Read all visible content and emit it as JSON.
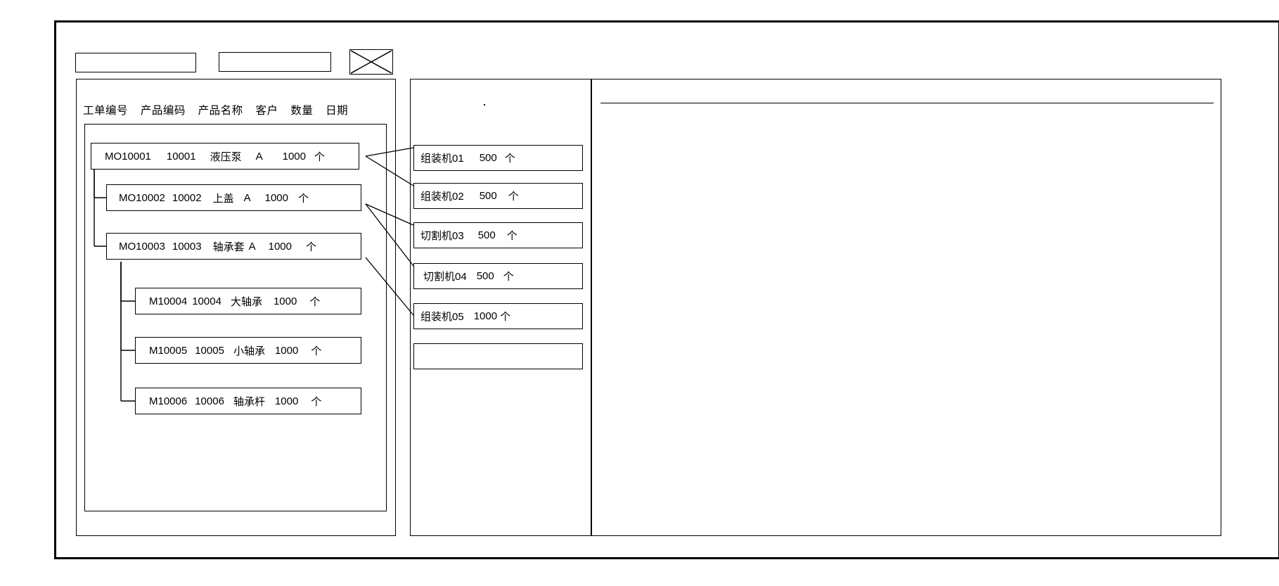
{
  "window": {
    "title": ""
  },
  "toolbar": {
    "field_1": "",
    "field_2": "",
    "icon_name": "crossed-box-icon"
  },
  "left_panel": {
    "columns": [
      "工单编号",
      "产品编码",
      "产品名称",
      "客户",
      "数量",
      "日期"
    ],
    "work_orders": [
      {
        "id": "MO10001",
        "code": "10001",
        "name": "液压泵",
        "customer": "A",
        "qty": "1000",
        "unit": "个",
        "level": 0
      },
      {
        "id": "MO10002",
        "code": "10002",
        "name": "上盖",
        "customer": "A",
        "qty": "1000",
        "unit": "个",
        "level": 1
      },
      {
        "id": "MO10003",
        "code": "10003",
        "name": "轴承套",
        "customer": "A",
        "qty": "1000",
        "unit": "个",
        "level": 1
      },
      {
        "id": "M10004",
        "code": "10004",
        "name": "大轴承",
        "customer": "",
        "qty": "1000",
        "unit": "个",
        "level": 2
      },
      {
        "id": "M10005",
        "code": "10005",
        "name": "小轴承",
        "customer": "",
        "qty": "1000",
        "unit": "个",
        "level": 2
      },
      {
        "id": "M10006",
        "code": "10006",
        "name": "轴承杆",
        "customer": "",
        "qty": "1000",
        "unit": "个",
        "level": 2
      }
    ]
  },
  "middle_panel": {
    "machines": [
      {
        "name": "组装机01",
        "qty": "500",
        "unit": "个"
      },
      {
        "name": "组装机02",
        "qty": "500",
        "unit": "个"
      },
      {
        "name": "切割机03",
        "qty": "500",
        "unit": "个"
      },
      {
        "name": "切割机04",
        "qty": "500",
        "unit": "个"
      },
      {
        "name": "组装机05",
        "qty": "1000",
        "unit": "个"
      },
      {
        "name": "",
        "qty": "",
        "unit": ""
      }
    ]
  },
  "right_panel": {
    "content": ""
  },
  "colors": {
    "stroke": "#000000",
    "background": "#ffffff"
  }
}
